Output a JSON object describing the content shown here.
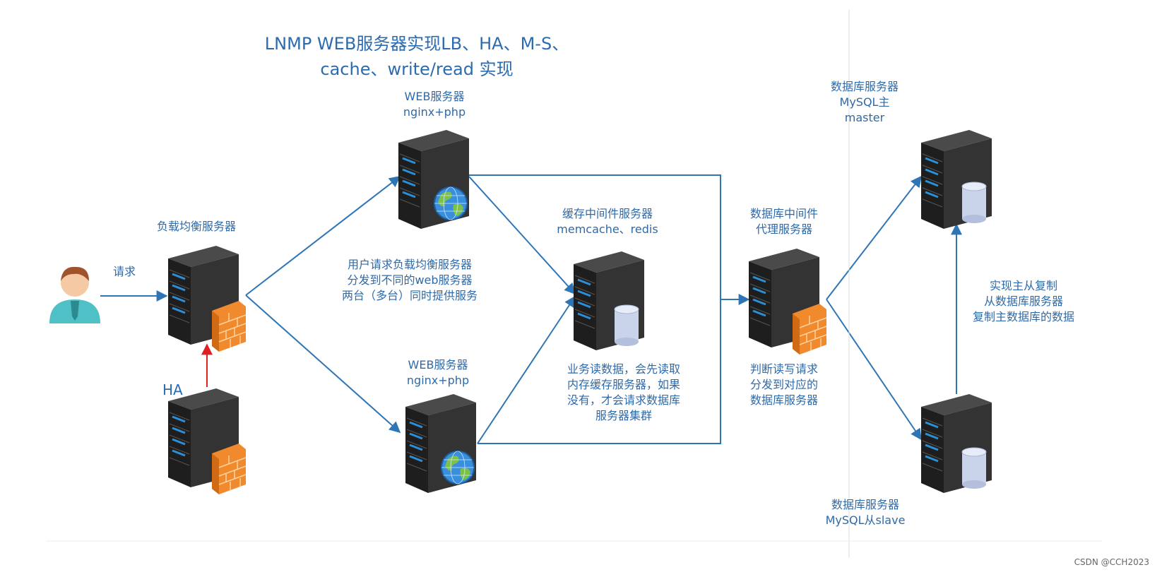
{
  "title": {
    "line1": "LNMP WEB服务器实现LB、HA、M-S、",
    "line2": "cache、write/read 实现"
  },
  "labels": {
    "request": "请求",
    "load_balancer": "负载均衡服务器",
    "ha": "HA",
    "web_top": {
      "line1": "WEB服务器",
      "line2": "nginx+php"
    },
    "web_bottom": {
      "line1": "WEB服务器",
      "line2": "nginx+php"
    },
    "lb_note": {
      "line1": "用户请求负载均衡服务器",
      "line2": "分发到不同的web服务器",
      "line3": "两台（多台）同时提供服务"
    },
    "cache": {
      "line1": "缓存中间件服务器",
      "line2": "memcache、redis"
    },
    "cache_note": {
      "line1": "业务读数据，会先读取",
      "line2": "内存缓存服务器，如果",
      "line3": "没有，才会请求数据库",
      "line4": "服务器集群"
    },
    "db_proxy": {
      "line1": "数据库中间件",
      "line2": "代理服务器"
    },
    "db_proxy_note": {
      "line1": "判断读写请求",
      "line2": "分发到对应的",
      "line3": "数据库服务器"
    },
    "master": {
      "line1": "数据库服务器",
      "line2": "MySQL主",
      "line3": "master"
    },
    "slave": {
      "line1": "数据库服务器",
      "line2": "MySQL从slave"
    },
    "replication_note": {
      "line1": "实现主从复制",
      "line2": "从数据库服务器",
      "line3": "复制主数据库的数据"
    }
  },
  "watermark": "CSDN @CCH2023",
  "colors": {
    "arrow": "#2e75b6",
    "ha_arrow": "#e02020",
    "server_dark": "#2b2b2b",
    "server_side": "#1a1a1a",
    "server_top": "#4a4a4a",
    "led": "#2a8fd8",
    "firewall": "#f08a2c",
    "database": "#c9d3ea",
    "user_shirt": "#4fc1c6",
    "user_skin": "#f5c9a3"
  }
}
